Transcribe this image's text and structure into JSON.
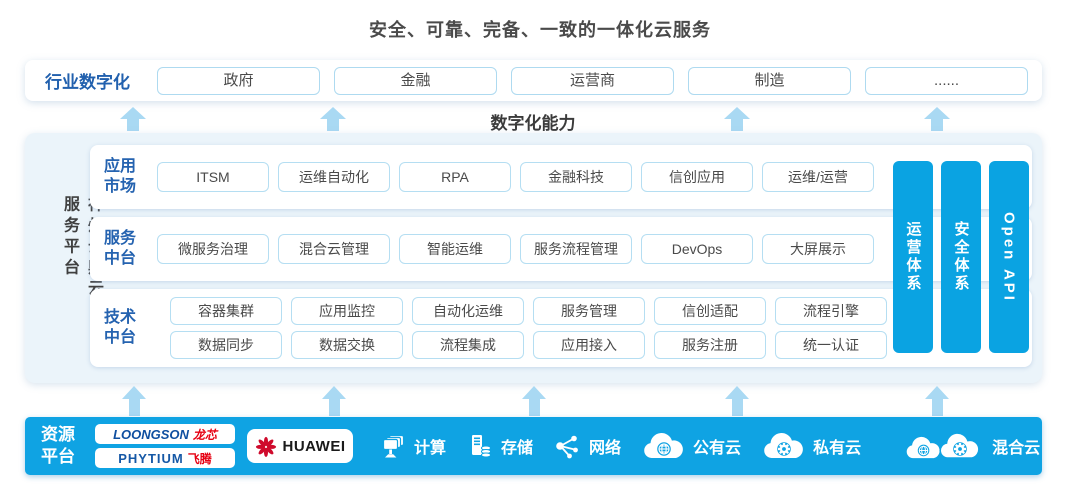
{
  "title": "安全、可靠、完备、一致的一体化云服务",
  "capability_label": "数字化能力",
  "colors": {
    "accent_blue": "#0aa3e2",
    "arrow_blue": "#a9d9f3",
    "panel_bg": "#ebf4fa",
    "chip_border": "#b5def2",
    "label_blue": "#2160ae",
    "loongson_blue": "#0f4fa0",
    "phytium_blue": "#1558a6",
    "brand_red": "#e60012",
    "huawei_red": "#cf0a2c"
  },
  "industry": {
    "label": "行业数字化",
    "items": [
      "政府",
      "金融",
      "运营商",
      "制造",
      "......"
    ]
  },
  "platform": {
    "side_label": "神州云鼎云服务平台",
    "rows": [
      {
        "label": "应用\n市场",
        "chips": [
          "ITSM",
          "运维自动化",
          "RPA",
          "金融科技",
          "信创应用",
          "运维/运营"
        ]
      },
      {
        "label": "服务\n中台",
        "chips": [
          "微服务治理",
          "混合云管理",
          "智能运维",
          "服务流程管理",
          "DevOps",
          "大屏展示"
        ]
      },
      {
        "label": "技术\n中台",
        "chips_row1": [
          "容器集群",
          "应用监控",
          "自动化运维",
          "服务管理",
          "信创适配",
          "流程引擎"
        ],
        "chips_row2": [
          "数据同步",
          "数据交换",
          "流程集成",
          "应用接入",
          "服务注册",
          "统一认证"
        ]
      }
    ],
    "bars": [
      "运营体系",
      "安全体系",
      "Open API"
    ]
  },
  "resources": {
    "label": "资源\n平台",
    "vendors": {
      "loongson": {
        "latin": "LOONGSON",
        "cjk": "龙芯"
      },
      "phytium": {
        "latin": "PHYTIUM",
        "cjk": "飞腾"
      },
      "huawei": {
        "name": "HUAWEI"
      }
    },
    "items": [
      {
        "icon": "compute-icon",
        "label": "计算"
      },
      {
        "icon": "storage-icon",
        "label": "存储"
      },
      {
        "icon": "network-icon",
        "label": "网络"
      },
      {
        "icon": "public-cloud-icon",
        "label": "公有云"
      },
      {
        "icon": "private-cloud-icon",
        "label": "私有云"
      },
      {
        "icon": "hybrid-cloud-icon",
        "label": "混合云"
      }
    ]
  }
}
